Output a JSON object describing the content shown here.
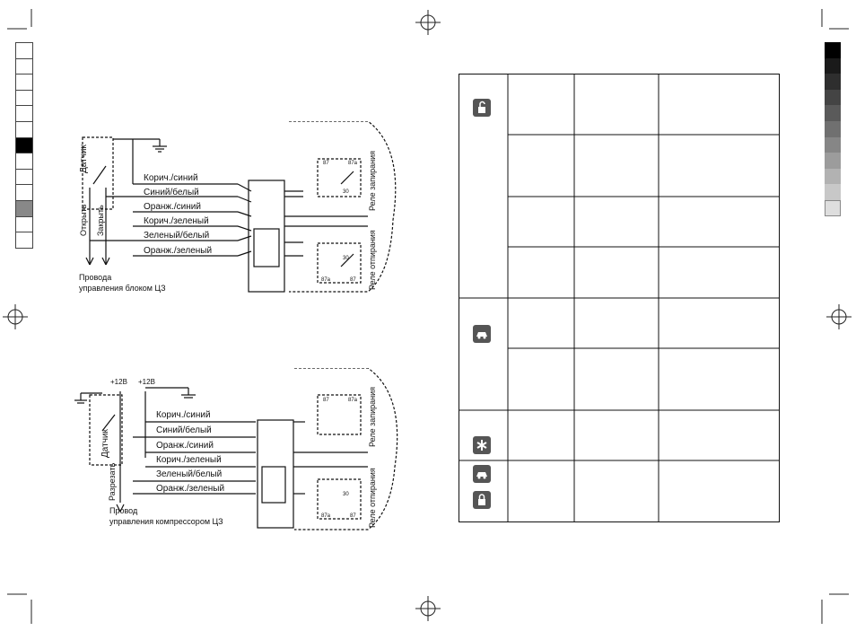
{
  "diagram1": {
    "sensor": "Датчик",
    "open": "Открыть",
    "close": "Закрыть",
    "wires": [
      "Корич./синий",
      "Синий/белый",
      "Оранж./синий",
      "Корич./зеленый",
      "Зеленый/белый",
      "Оранж./зеленый"
    ],
    "relay_lock": "Реле запирания",
    "relay_unlock": "Реле отпирания",
    "pins": {
      "p87": "87",
      "p87a": "87a",
      "p30": "30"
    },
    "caption_line1": "Провода",
    "caption_line2": "управления блоком ЦЗ"
  },
  "diagram2": {
    "plus12_a": "+12В",
    "plus12_b": "+12В",
    "sensor": "Датчик",
    "cut": "Разрезать",
    "wires": [
      "Корич./синий",
      "Синий/белый",
      "Оранж./синий",
      "Корич./зеленый",
      "Зеленый/белый",
      "Оранж./зеленый"
    ],
    "relay_lock": "Реле запирания",
    "relay_unlock": "Реле отпирания",
    "pins": {
      "p87": "87",
      "p87a": "87a",
      "p30": "30"
    },
    "caption_line1": "Провод",
    "caption_line2": "управления компрессором ЦЗ"
  },
  "table_icons": [
    "unlock-icon",
    "car-icon",
    "asterisk-icon",
    "car-icon",
    "lock-icon"
  ],
  "colors": {
    "ink": "#111111",
    "icon_bg": "#555555"
  }
}
